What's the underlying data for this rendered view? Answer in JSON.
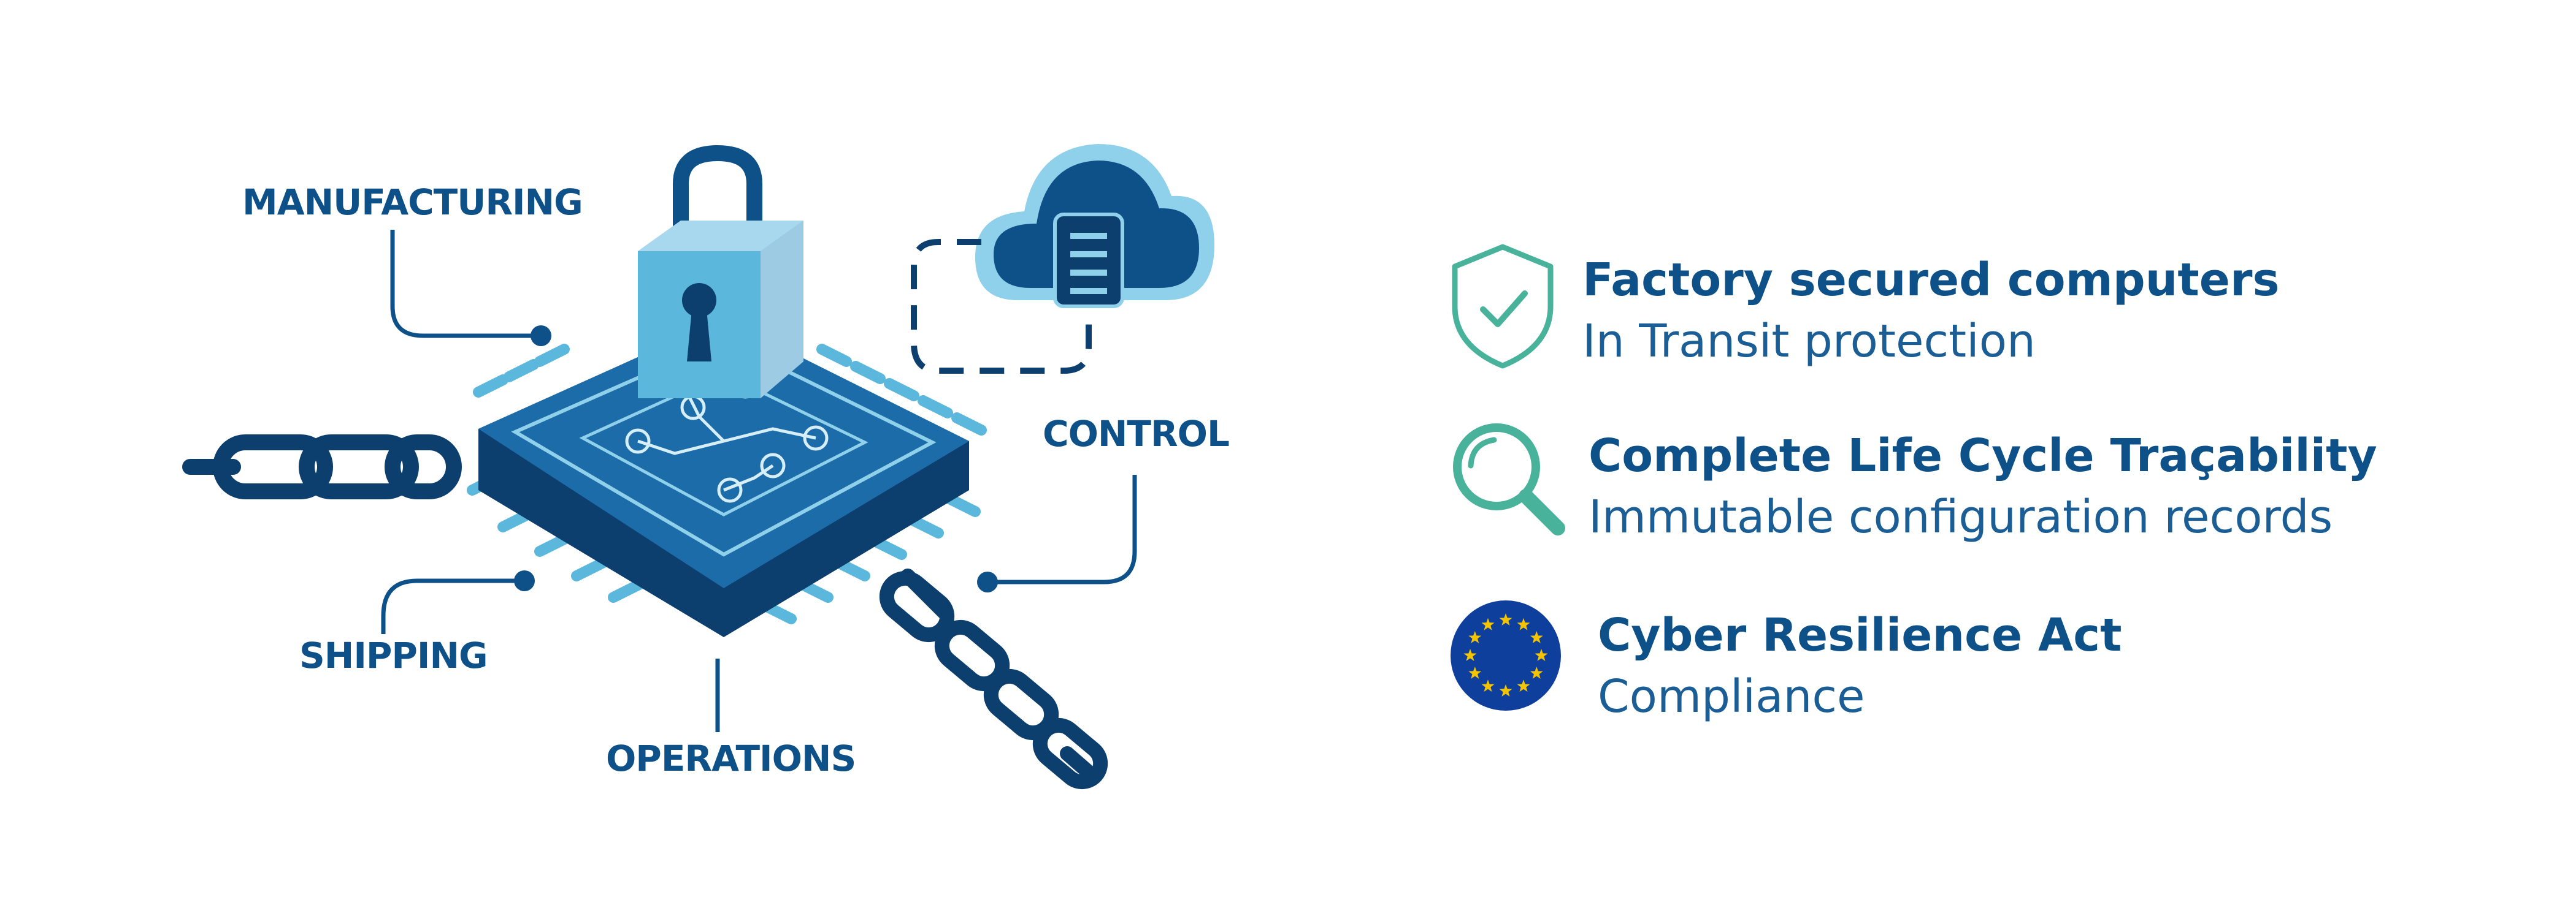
{
  "colors": {
    "brand_dark": "#0d5188",
    "brand_mid": "#1b6ca8",
    "accent_light_blue": "#5bb8dc",
    "accent_green": "#48b39a",
    "eu_blue": "#0f3f9c",
    "eu_star": "#f5c400"
  },
  "diagram": {
    "labels": {
      "manufacturing": "MANUFACTURING",
      "control": "CONTROL",
      "shipping": "SHIPPING",
      "operations": "OPERATIONS"
    },
    "icons": [
      "chip-icon",
      "padlock-icon",
      "cloud-server-icon",
      "chain-icon"
    ]
  },
  "features": [
    {
      "title": "Factory secured computers",
      "subtitle": "In Transit protection",
      "icon": "shield-check-icon"
    },
    {
      "title": "Complete Life Cycle Traçability",
      "subtitle": "Immutable configuration records",
      "icon": "magnifier-icon"
    },
    {
      "title": "Cyber Resilience Act",
      "subtitle": "Compliance",
      "icon": "eu-flag-icon"
    }
  ]
}
